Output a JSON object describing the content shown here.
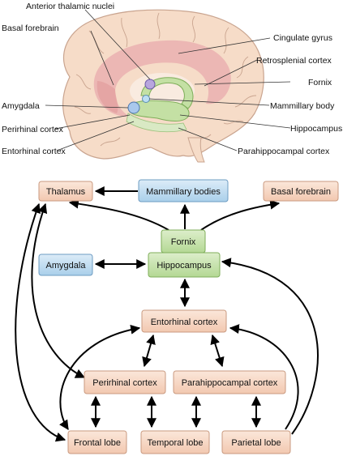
{
  "brain_labels": {
    "anterior_thalamic_nuclei": "Anterior thalamic nuclei",
    "basal_forebrain": "Basal forebrain",
    "cingulate_gyrus": "Cingulate gyrus",
    "retrosplenial_cortex": "Retrosplenial cortex",
    "fornix": "Fornix",
    "amygdala": "Amygdala",
    "mammillary_body": "Mammillary body",
    "perirhinal_cortex": "Perirhinal cortex",
    "hippocampus": "Hippocampus",
    "entorhinal_cortex": "Entorhinal cortex",
    "parahippocampal_cortex": "Parahippocampal cortex"
  },
  "flow_boxes": {
    "thalamus": "Thalamus",
    "mammillary_bodies": "Mammillary bodies",
    "basal_forebrain": "Basal forebrain",
    "fornix": "Fornix",
    "amygdala": "Amygdala",
    "hippocampus": "Hippocampus",
    "entorhinal_cortex": "Entorhinal cortex",
    "perirhinal_cortex": "Perirhinal cortex",
    "parahippocampal_cortex": "Parahippocampal cortex",
    "frontal_lobe": "Frontal lobe",
    "temporal_lobe": "Temporal lobe",
    "parietal_lobe": "Parietal lobe"
  },
  "colors": {
    "cortex_box": "#f8dccb",
    "blue_box": "#c2def2",
    "green_box": "#c9e4b0",
    "brain_fill": "#f6dcc8",
    "cingulate": "#e8a8a8",
    "hippocampal_green": "#c4e0a4"
  }
}
